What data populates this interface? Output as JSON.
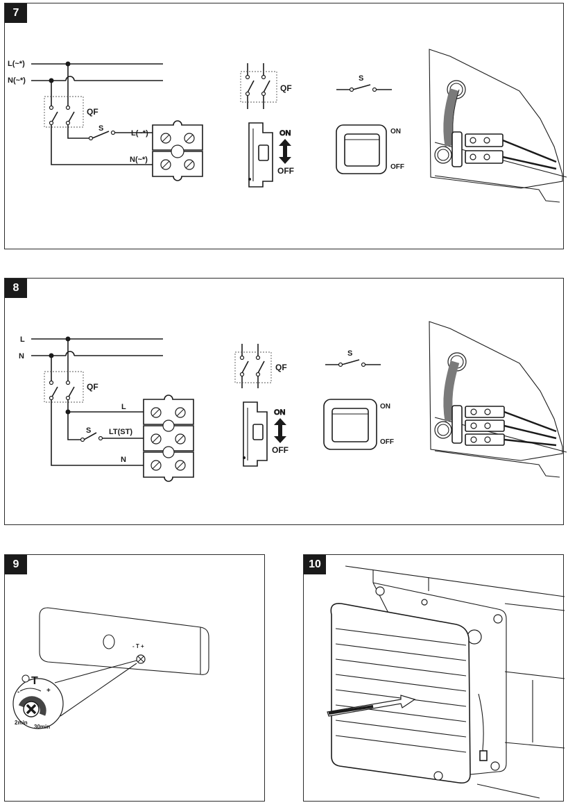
{
  "panels": [
    {
      "number": "7",
      "terminal_L": "L(~*)",
      "terminal_N": "N(~*)",
      "line_L": "L(~*)",
      "line_N": "N(~*)",
      "breaker": "QF",
      "switch": "S",
      "qf_symbol": "QF",
      "s_symbol": "S",
      "on": "ON",
      "off": "OFF",
      "rocker_on": "ON",
      "rocker_off": "OFF"
    },
    {
      "number": "8",
      "line_L": "L",
      "line_N": "N",
      "breaker": "QF",
      "switch": "S",
      "terminal_L": "L",
      "terminal_LT": "LT(ST)",
      "terminal_N": "N",
      "qf_symbol": "QF",
      "s_symbol": "S",
      "on": "ON",
      "off": "OFF",
      "rocker_on": "ON",
      "rocker_off": "OFF"
    },
    {
      "number": "9",
      "dial_label": "- T +",
      "timer_letter": "T",
      "min_label": "2min",
      "max_label": "30min",
      "minus": "-",
      "plus": "+"
    },
    {
      "number": "10"
    }
  ]
}
